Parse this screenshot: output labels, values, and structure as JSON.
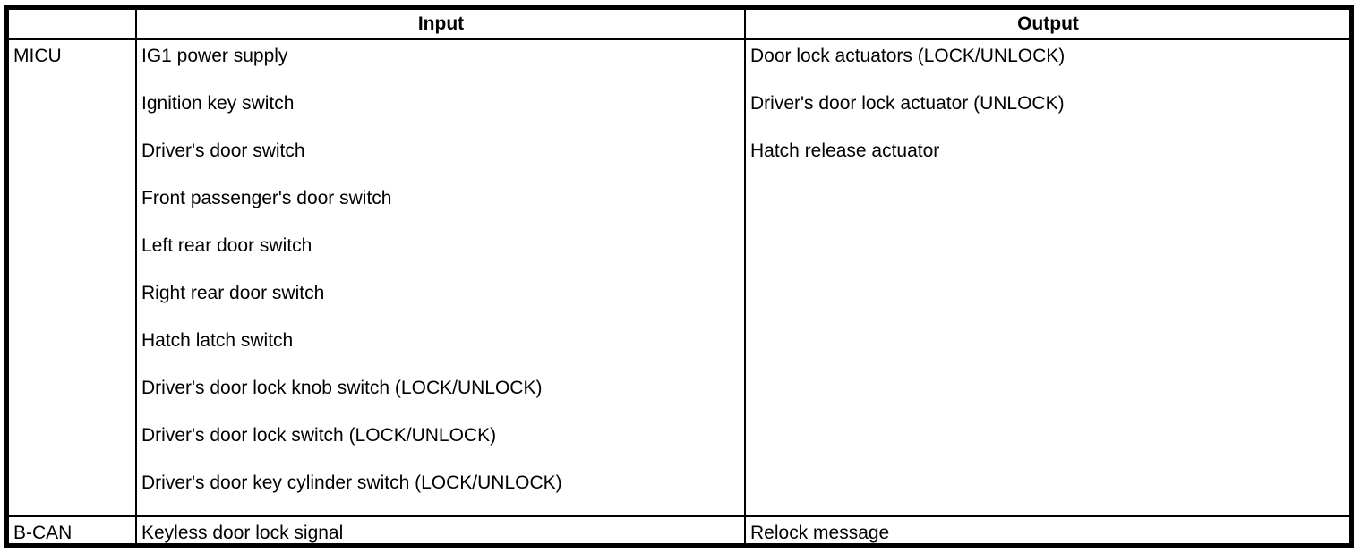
{
  "table": {
    "headers": {
      "source": "",
      "input": "Input",
      "output": "Output"
    },
    "rows": [
      {
        "source": "MICU",
        "inputs": [
          "IG1 power supply",
          "Ignition key switch",
          "Driver's door switch",
          "Front passenger's door switch",
          "Left rear door switch",
          "Right rear door switch",
          "Hatch latch switch",
          "Driver's door lock knob switch (LOCK/UNLOCK)",
          "Driver's door lock switch (LOCK/UNLOCK)",
          "Driver's door key cylinder switch (LOCK/UNLOCK)"
        ],
        "outputs": [
          "Door lock actuators (LOCK/UNLOCK)",
          "Driver's door lock actuator (UNLOCK)",
          "Hatch release actuator"
        ]
      },
      {
        "source": "B-CAN",
        "inputs": [
          "Keyless door lock signal"
        ],
        "outputs": [
          "Relock message"
        ]
      }
    ],
    "colors": {
      "border": "#000000",
      "background": "#ffffff",
      "text": "#000000"
    }
  }
}
